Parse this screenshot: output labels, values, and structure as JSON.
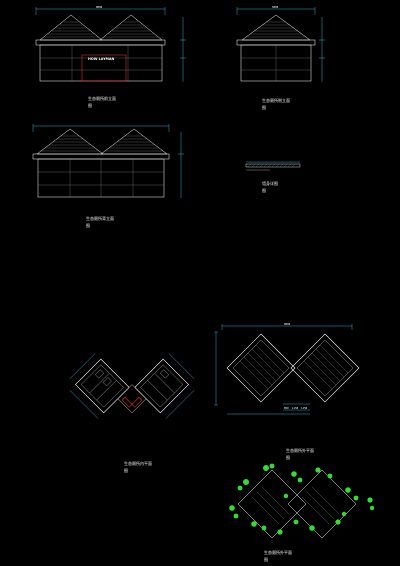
{
  "drawing": {
    "background": "#000000",
    "colors": {
      "line": "#ffffff",
      "dim": "#3fd2ff",
      "red": "#ff3030",
      "yellow": "#e8e070",
      "green": "#33dd33",
      "grey": "#9a9a9a"
    },
    "captions": {
      "front_elevation": "生态厕所前立面",
      "front_elevation_scale": "图",
      "side_elevation": "生态厕所侧立面",
      "side_elevation_scale": "图",
      "back_elevation": "生态厕所背立面",
      "back_elevation_scale": "图",
      "detail": "墙身详图",
      "detail_scale": "图",
      "floor_plan": "生态厕所内平面",
      "floor_plan_scale": "图",
      "roof_plan": "生态厕所外平面",
      "roof_plan_scale": "图",
      "landscape_plan": "生态厕所外平面",
      "landscape_plan_scale": "图"
    },
    "sign_text": "HOW LAYMAN",
    "dims": {
      "overall": "8800",
      "side_overall": "5800",
      "roof_overall": "8800",
      "roof_sub_a": "850",
      "roof_sub_b": "1150",
      "roof_sub_c": "1150"
    }
  }
}
